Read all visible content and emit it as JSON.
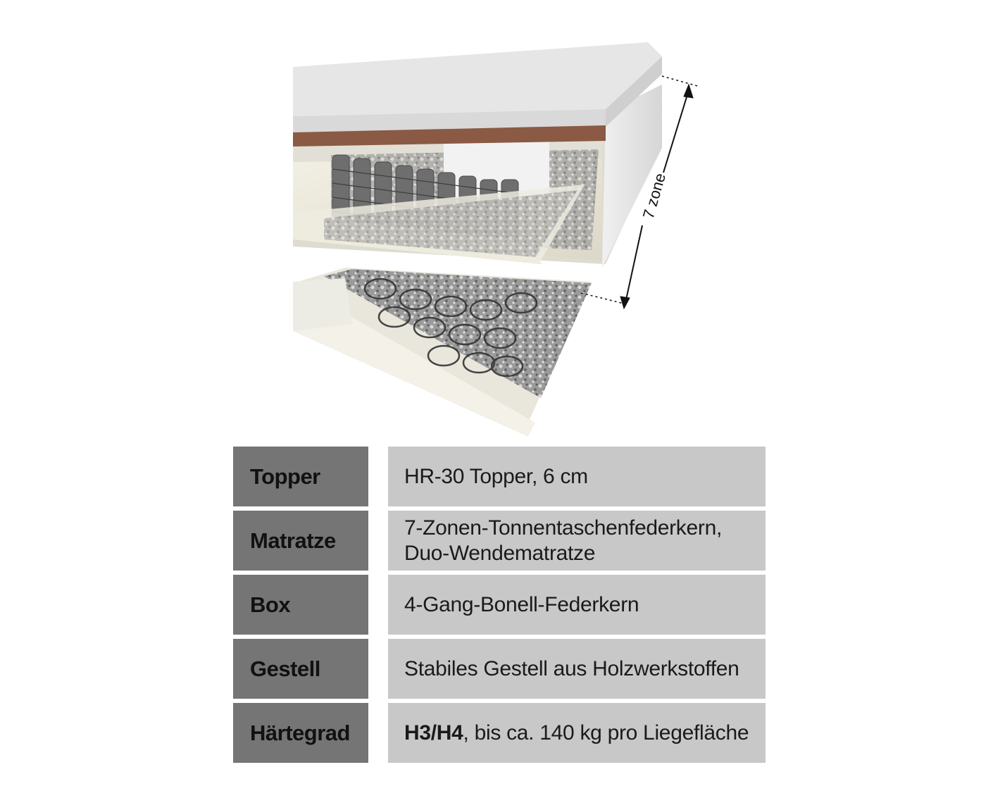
{
  "illustration": {
    "dimension_label": "7 zone"
  },
  "spec_table": {
    "rows": [
      {
        "label": "Topper",
        "value": "HR-30 Topper, 6 cm"
      },
      {
        "label": "Matratze",
        "value_line1": "7-Zonen-Tonnentaschenfederkern,",
        "value_line2": "Duo-Wendematratze"
      },
      {
        "label": "Box",
        "value": "4-Gang-Bonell-Federkern"
      },
      {
        "label": "Gestell",
        "value": "Stabiles Gestell aus Holzwerkstoffen"
      },
      {
        "label": "Härtegrad",
        "value_bold": "H3/H4",
        "value_rest": ", bis ca. 140 kg pro Liegefläche"
      }
    ]
  },
  "colors": {
    "label_bg": "#757575",
    "value_bg": "#c8c8c8",
    "text": "#111111"
  }
}
